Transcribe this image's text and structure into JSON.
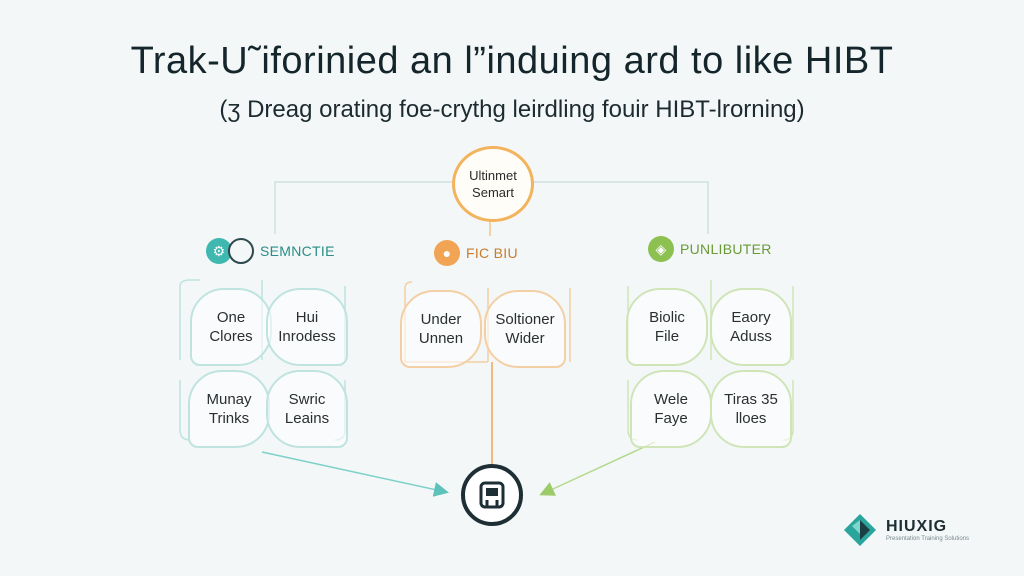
{
  "header": {
    "title": "Trak-U˜iforinied an l”induing ard to like HIBT",
    "subtitle": "(ʒ Dreag orating foe-crythg leirdling fouir HIBT-lrorning)"
  },
  "hub": {
    "line1": "Ultinmet",
    "line2": "Semart"
  },
  "categories": [
    {
      "name": "SEMNCTIE",
      "icon": "lightbulb-gear-icon",
      "color": "#3fb8b0",
      "nodes": [
        {
          "line1": "One",
          "line2": "Clores"
        },
        {
          "line1": "Hui",
          "line2": "Inrodess"
        },
        {
          "line1": "Munay",
          "line2": "Trinks"
        },
        {
          "line1": "Swric",
          "line2": "Leains"
        }
      ]
    },
    {
      "name": "FIC BIU",
      "icon": "gear-bulb-icon",
      "color": "#f0a454",
      "nodes": [
        {
          "line1": "Under",
          "line2": "Unnen"
        },
        {
          "line1": "Soltioner",
          "line2": "Wider"
        }
      ]
    },
    {
      "name": "PUNLIBUTER",
      "icon": "lightbulb-icon",
      "color": "#8cc152",
      "nodes": [
        {
          "line1": "Biolic",
          "line2": "File"
        },
        {
          "line1": "Eaory",
          "line2": "Aduss"
        },
        {
          "line1": "Wele",
          "line2": "Faye"
        },
        {
          "line1": "Tiras 35",
          "line2": "lloes"
        }
      ]
    }
  ],
  "center_icon": "robot-head-icon",
  "logo": {
    "name": "HIUXIG",
    "tagline": "Presentation Training Solutions",
    "icon": "diamond-logo-icon"
  },
  "colors": {
    "teal": "#3fb8b0",
    "orange": "#f0a454",
    "green": "#8cc152",
    "dark": "#1d2e34"
  }
}
